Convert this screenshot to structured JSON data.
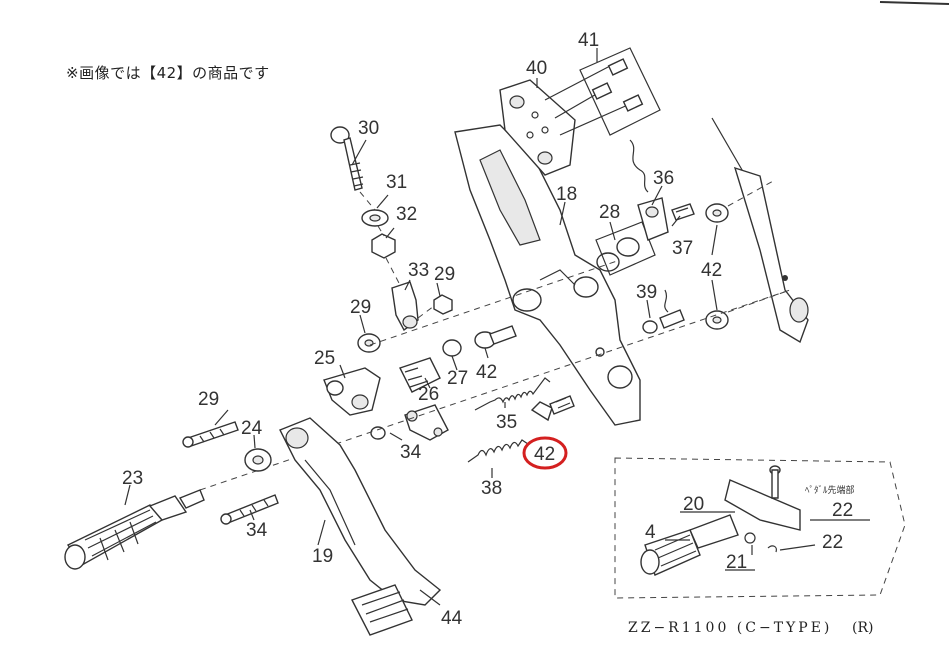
{
  "note": "※画像では【42】の商品です",
  "model": "ZZ−R1100 (C−TYPE)",
  "side": "(R)",
  "inset_note": "ﾍﾟﾀﾞﾙ先端部",
  "highlight_color": "#d42020",
  "highlighted_part": "42",
  "labels": [
    {
      "id": "p41",
      "text": "41"
    },
    {
      "id": "p40",
      "text": "40"
    },
    {
      "id": "p30",
      "text": "30"
    },
    {
      "id": "p31",
      "text": "31"
    },
    {
      "id": "p32",
      "text": "32"
    },
    {
      "id": "p36",
      "text": "36"
    },
    {
      "id": "p18",
      "text": "18"
    },
    {
      "id": "p28",
      "text": "28"
    },
    {
      "id": "p37",
      "text": "37"
    },
    {
      "id": "p42a",
      "text": "42"
    },
    {
      "id": "p33",
      "text": "33"
    },
    {
      "id": "p29a",
      "text": "29"
    },
    {
      "id": "p39",
      "text": "39"
    },
    {
      "id": "p29b",
      "text": "29"
    },
    {
      "id": "p25",
      "text": "25"
    },
    {
      "id": "p26",
      "text": "26"
    },
    {
      "id": "p27",
      "text": "27"
    },
    {
      "id": "p42b",
      "text": "42"
    },
    {
      "id": "p29c",
      "text": "29"
    },
    {
      "id": "p35",
      "text": "35"
    },
    {
      "id": "p24",
      "text": "24"
    },
    {
      "id": "p34a",
      "text": "34"
    },
    {
      "id": "p42c",
      "text": "42"
    },
    {
      "id": "p23",
      "text": "23"
    },
    {
      "id": "p38",
      "text": "38"
    },
    {
      "id": "p34b",
      "text": "34"
    },
    {
      "id": "p19",
      "text": "19"
    },
    {
      "id": "p44",
      "text": "44"
    },
    {
      "id": "p20",
      "text": "20"
    },
    {
      "id": "p22a",
      "text": "22"
    },
    {
      "id": "p4",
      "text": "4"
    },
    {
      "id": "p22b",
      "text": "22"
    },
    {
      "id": "p21",
      "text": "21"
    }
  ]
}
